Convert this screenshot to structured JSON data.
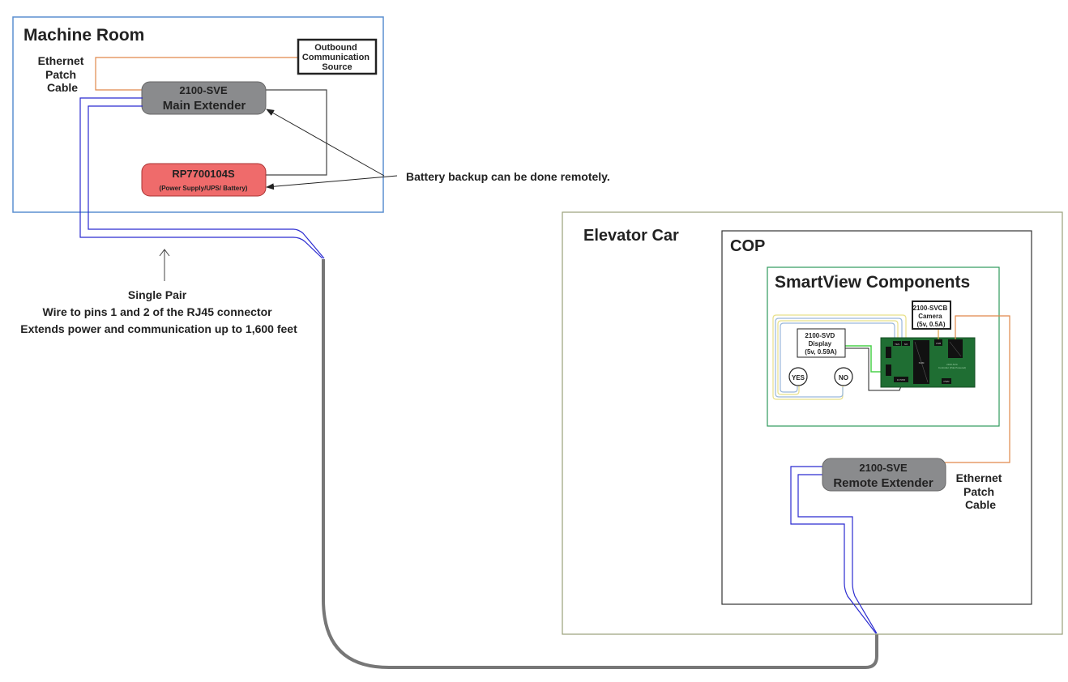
{
  "machine_room": {
    "title": "Machine Room",
    "ethernet_label": [
      "Ethernet",
      "Patch",
      "Cable"
    ],
    "outbound_source": [
      "Outbound",
      "Communication",
      "Source"
    ],
    "main_extender": {
      "model": "2100-SVE",
      "name": "Main Extender"
    },
    "power_supply": {
      "model": "RP7700104S",
      "desc": "(Power Supply/UPS/ Battery)"
    }
  },
  "battery_note": "Battery backup can be done remotely.",
  "single_pair_note": [
    "Single Pair",
    "Wire to pins 1 and 2 of the RJ45 connector",
    "Extends power and communication up to 1,600 feet"
  ],
  "elevator_car": {
    "title": "Elevator Car",
    "cop": {
      "title": "COP",
      "smartview": {
        "title": "SmartView Components",
        "display": [
          "2100-SVD",
          "Display",
          "(5v, 0.59A)"
        ],
        "camera": [
          "2100-SVCB",
          "Camera",
          "(5v, 0.5A)"
        ],
        "buttons": {
          "yes": "YES",
          "no": "NO"
        },
        "board": {
          "ports": {
            "yes": "YES",
            "no": "NO",
            "usb": "USB",
            "ethernet": "Ethernet",
            "hdmi1": "HDMI 1",
            "hdmi0": "HDMI",
            "dpwr": "D PWR",
            "pwr": "PWR",
            "som": "SOM"
          },
          "caption": [
            "2100-SVC",
            "Controller (PoE Powered)"
          ]
        }
      },
      "remote_extender": {
        "model": "2100-SVE",
        "name": "Remote Extender"
      },
      "ethernet_label": [
        "Ethernet",
        "Patch",
        "Cable"
      ]
    }
  },
  "colors": {
    "machine_room_border": "#5b8fd0",
    "elevator_border": "#9aa07a",
    "smartview_border": "#2e9a5c",
    "extender_fill": "#8a8b8d",
    "power_fill": "#ef6b6b",
    "ethernet_wire": "#e0884a",
    "pair_wire": "#2b2bd0",
    "trunk_cable": "#777777",
    "board_fill": "#1f6e33"
  }
}
